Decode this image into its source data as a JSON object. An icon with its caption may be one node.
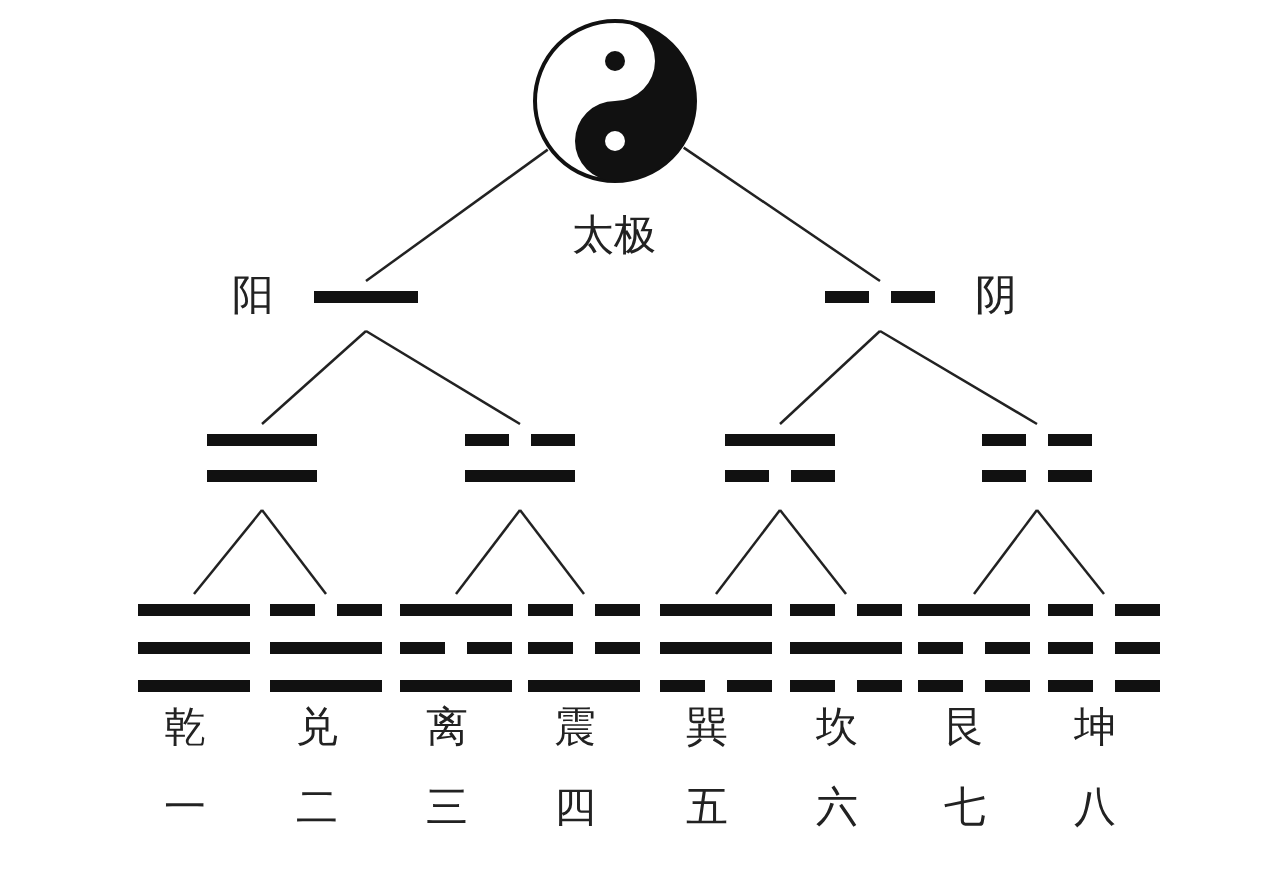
{
  "diagram": {
    "nodes": [
      {
        "text": [],
        "shape": "picture",
        "beside": [
          "太极"
        ]
      },
      {
        "text": [],
        "shape": "bar",
        "beside": [
          "阳"
        ]
      },
      {
        "text": [],
        "shape": "bar",
        "beside": [
          "阴"
        ]
      },
      {
        "text": [],
        "shape": "bar"
      },
      {
        "text": [],
        "shape": "bar"
      },
      {
        "text": [],
        "shape": "bar"
      },
      {
        "text": [],
        "shape": "bar"
      },
      {
        "text": [],
        "shape": "bar",
        "beside": [
          "乾",
          "一"
        ]
      },
      {
        "text": [],
        "shape": "bar",
        "beside": [
          "兑",
          "二"
        ]
      },
      {
        "text": [],
        "shape": "bar",
        "beside": [
          "离",
          "三"
        ]
      },
      {
        "text": [],
        "shape": "bar",
        "beside": [
          "震",
          "四"
        ]
      },
      {
        "text": [],
        "shape": "bar",
        "beside": [
          "巽",
          "五"
        ]
      },
      {
        "text": [],
        "shape": "bar",
        "beside": [
          "坎",
          "六"
        ]
      },
      {
        "text": [],
        "shape": "bar",
        "beside": [
          "艮",
          "七"
        ]
      },
      {
        "text": [],
        "shape": "bar",
        "beside": [
          "坤",
          "八"
        ]
      }
    ],
    "edges": [
      {
        "from": 0,
        "to": 1,
        "arrow": "none"
      },
      {
        "from": 0,
        "to": 2,
        "arrow": "none"
      },
      {
        "from": 1,
        "to": 3,
        "arrow": "none"
      },
      {
        "from": 1,
        "to": 4,
        "arrow": "none"
      },
      {
        "from": 2,
        "to": 5,
        "arrow": "none"
      },
      {
        "from": 2,
        "to": 6,
        "arrow": "none"
      },
      {
        "from": 3,
        "to": 7,
        "arrow": "none"
      },
      {
        "from": 3,
        "to": 8,
        "arrow": "none"
      },
      {
        "from": 4,
        "to": 9,
        "arrow": "none"
      },
      {
        "from": 4,
        "to": 10,
        "arrow": "none"
      },
      {
        "from": 5,
        "to": 11,
        "arrow": "none"
      },
      {
        "from": 5,
        "to": 12,
        "arrow": "none"
      },
      {
        "from": 6,
        "to": 13,
        "arrow": "none"
      },
      {
        "from": 6,
        "to": 14,
        "arrow": "none"
      }
    ]
  }
}
